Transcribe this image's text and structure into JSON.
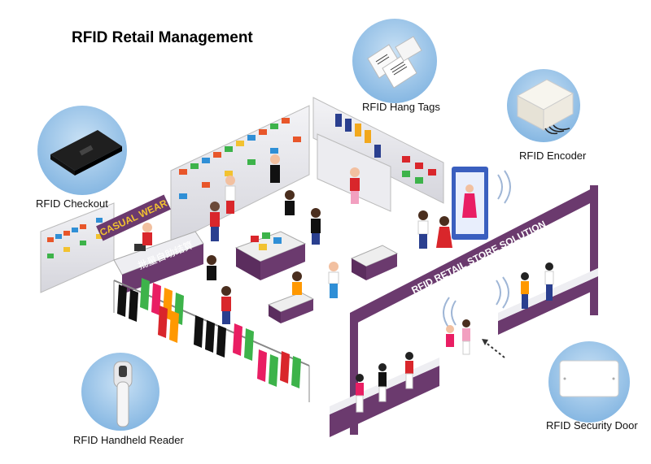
{
  "title": "RFID Retail Management",
  "labels": {
    "checkout": "RFID Checkout",
    "hang_tags": "RFID Hang Tags",
    "encoder": "RFID Encoder",
    "handheld": "RFID Handheld Reader",
    "security_door": "RFID Security Door"
  },
  "scene_text": {
    "casual_wear": "CASUAL WEAR",
    "checkout_sign": "批量自助结算",
    "door_banner": "RFID RETAIL STORE SOLUTION"
  },
  "colors": {
    "circle_blue": "#8fbde6",
    "floor_purple": "#5b2d5e",
    "door_frame": "#6b3a6e",
    "shelf_grey": "#e6e6ea"
  }
}
